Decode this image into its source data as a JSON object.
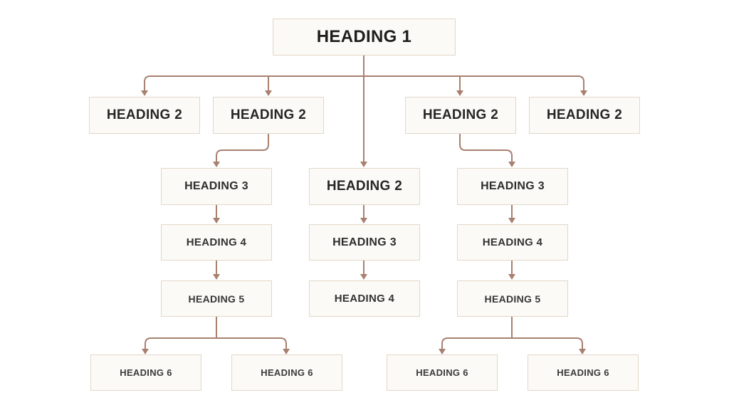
{
  "colors": {
    "connector": "#a88070",
    "box_fill": "#fcfaf6",
    "box_border": "#e2d7c8",
    "text": "#2b2b2b"
  },
  "nodes": {
    "root": "HEADING 1",
    "a": "HEADING 2",
    "b": "HEADING 2",
    "c": "HEADING 2",
    "d": "HEADING 2",
    "e": "HEADING 2",
    "b1": "HEADING 3",
    "b2": "HEADING 4",
    "b3": "HEADING 5",
    "b4": "HEADING 6",
    "b5": "HEADING 6",
    "c1": "HEADING 3",
    "c2": "HEADING 4",
    "d1": "HEADING 3",
    "d2": "HEADING 4",
    "d3": "HEADING 5",
    "d4": "HEADING 6",
    "d5": "HEADING 6"
  }
}
